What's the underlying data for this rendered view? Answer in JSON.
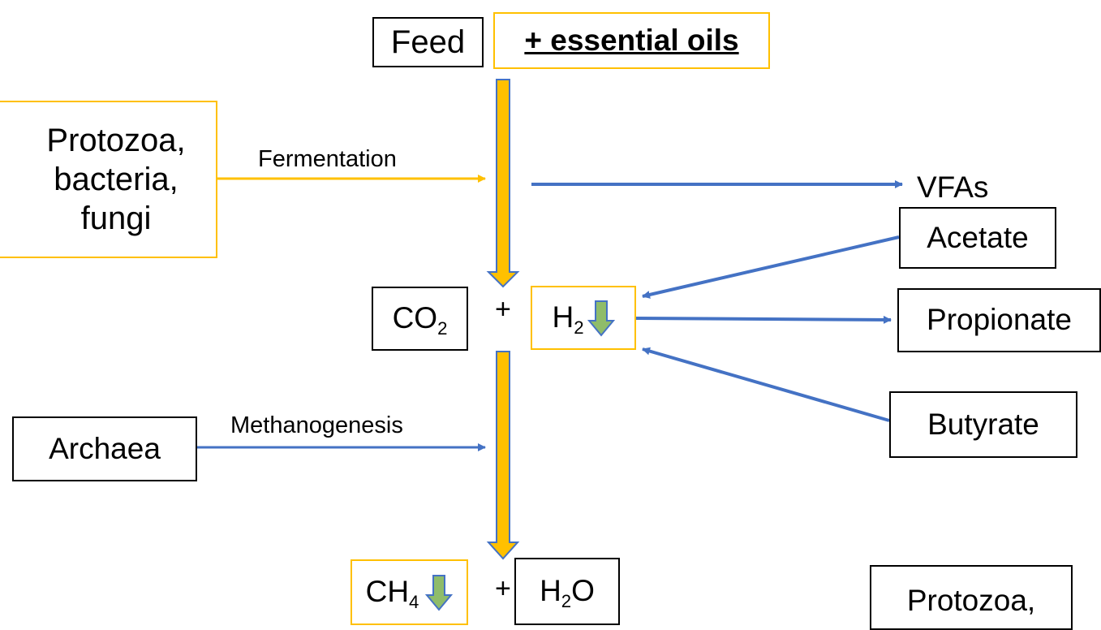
{
  "boxes": {
    "feed": "Feed",
    "essential_oils": "+ essential oils",
    "microbes_left": [
      "Protozoa,",
      "bacteria,",
      "fungi"
    ],
    "co2": {
      "base": "CO",
      "sub": "2"
    },
    "h2": {
      "base": "H",
      "sub": "2"
    },
    "archaea": "Archaea",
    "ch4": {
      "base": "CH",
      "sub": "4"
    },
    "h2o": {
      "base": "H",
      "sub": "2",
      "tail": "O"
    },
    "acetate": "Acetate",
    "propionate": "Propionate",
    "butyrate": "Butyrate",
    "protozoa_partial": "Protozoa,"
  },
  "labels": {
    "fermentation": "Fermentation",
    "methanogenesis": "Methanogenesis",
    "vfas": "VFAs",
    "plus_mid": "+",
    "plus_bottom": "+"
  },
  "colors": {
    "gold": "#ffc000",
    "gold_outline": "#4472c4",
    "blue_arrow": "#4472c4",
    "green_down": "#8fbc6a"
  }
}
